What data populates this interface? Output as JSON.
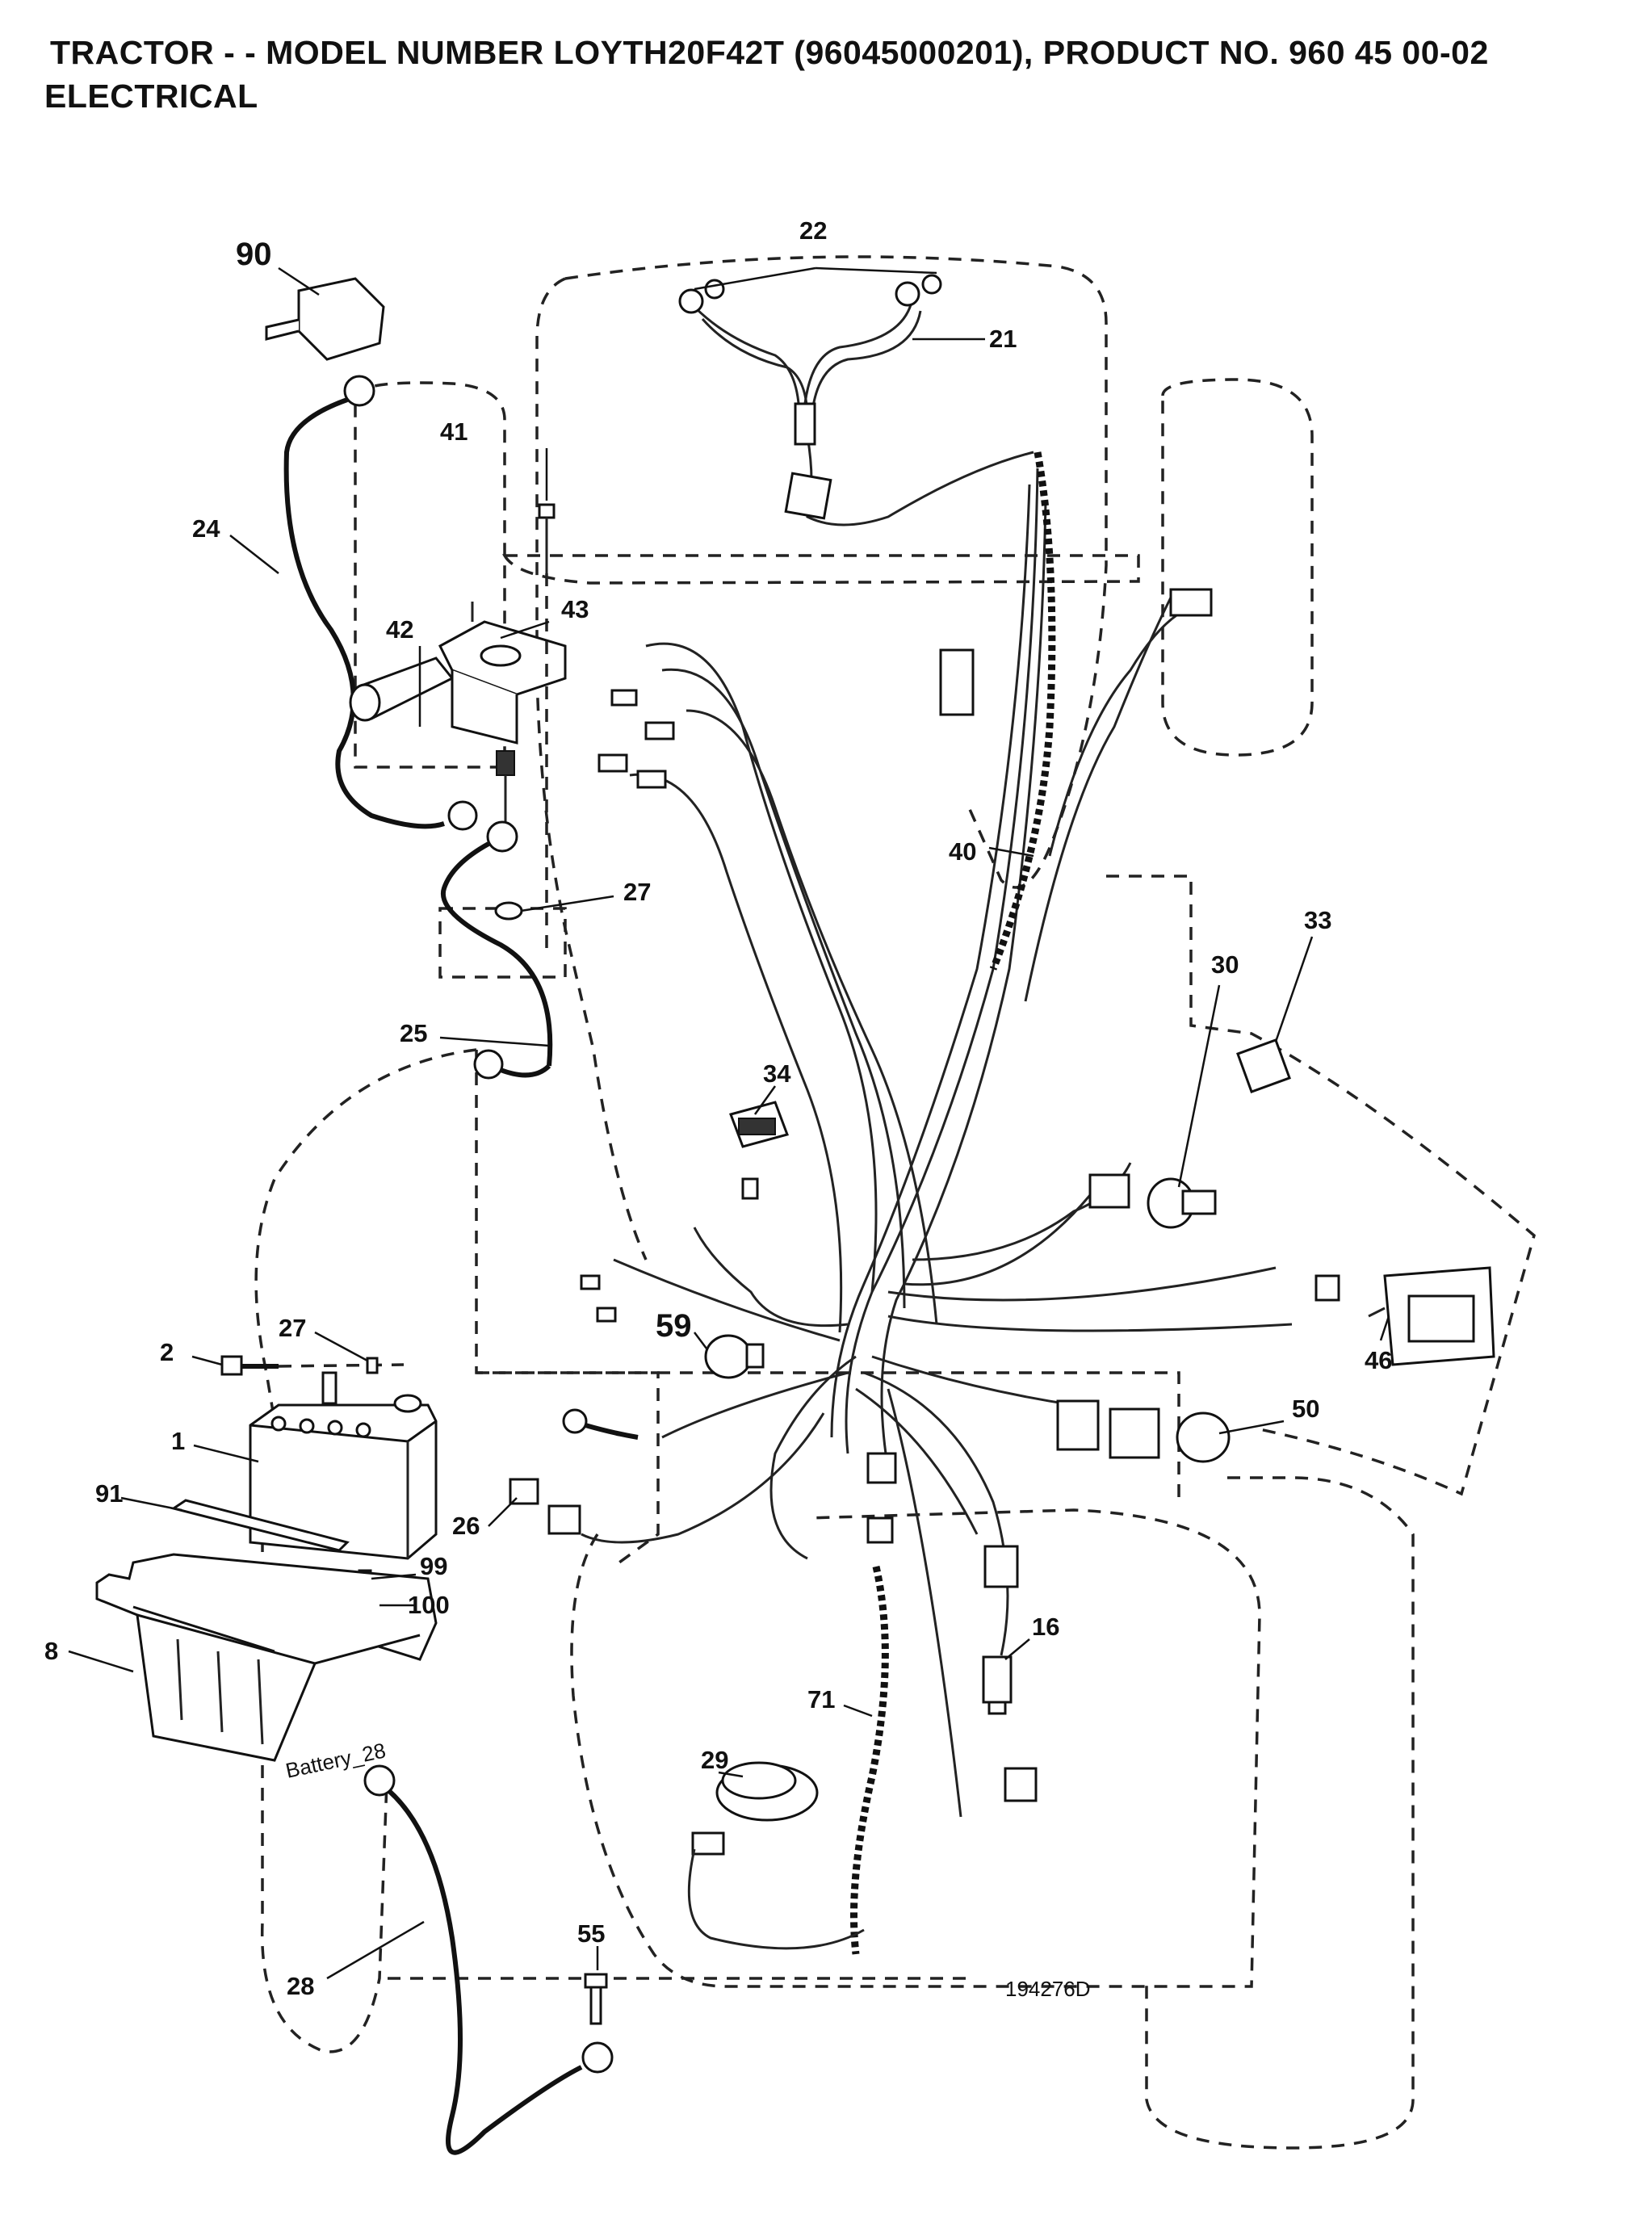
{
  "header": {
    "title_line1": "TRACTOR - - MODEL NUMBER LOYTH20F42T (96045000201), PRODUCT NO. 960 45 00-02",
    "title_line2": "ELECTRICAL"
  },
  "callouts": [
    "90",
    "22",
    "21",
    "41",
    "43",
    "42",
    "24",
    "40",
    "27",
    "25",
    "34",
    "33",
    "30",
    "59",
    "2",
    "27",
    "1",
    "91",
    "26",
    "99",
    "100",
    "8",
    "46",
    "50",
    "16",
    "71",
    "29",
    "55",
    "28"
  ],
  "footer": {
    "diagram_code": "194276D",
    "battery_label": "Battery_28"
  }
}
